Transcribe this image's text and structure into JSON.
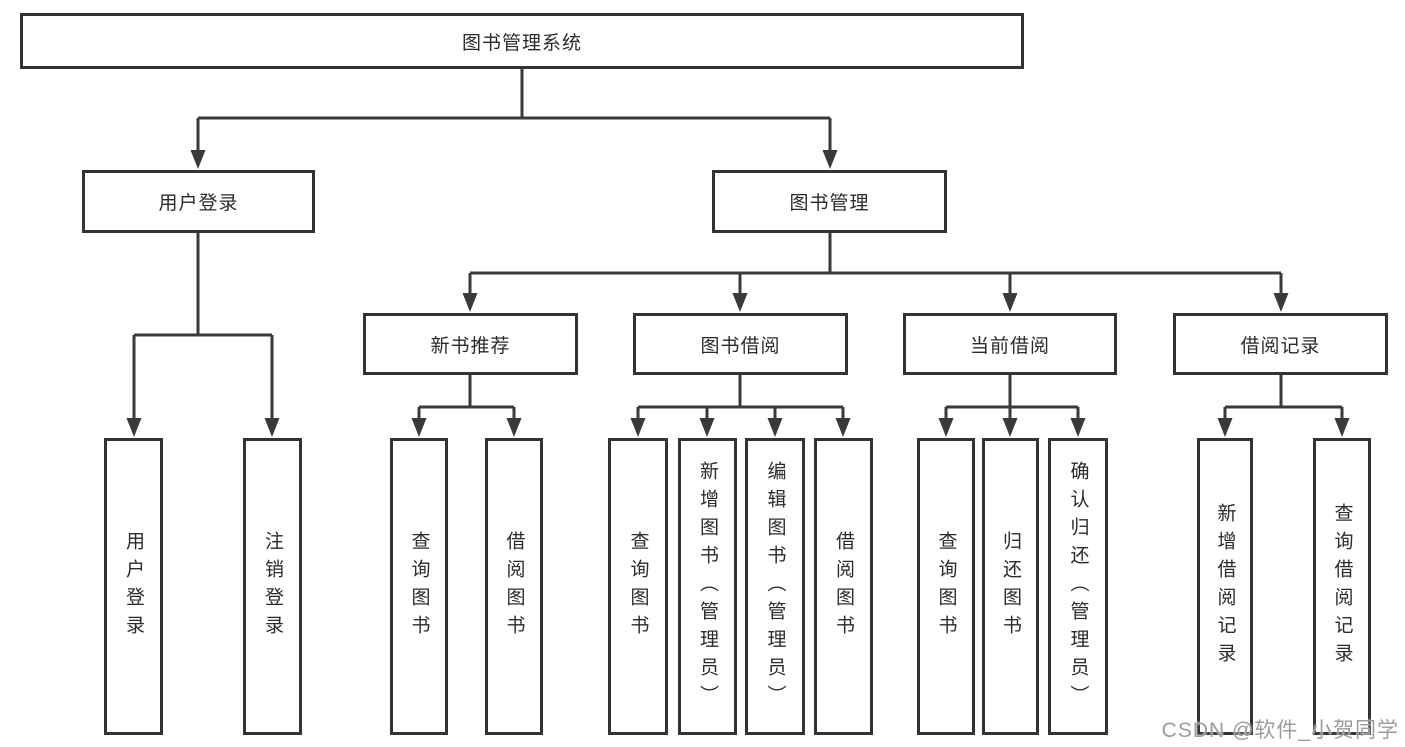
{
  "diagram": {
    "type": "hierarchy-tree",
    "colors": {
      "line": "#3a3a3a",
      "box_border": "#333333",
      "text": "#2b2b2b",
      "watermark": "#9c9c9c",
      "background": "#ffffff"
    },
    "tree": {
      "root": {
        "label": "图书管理系统",
        "children": [
          {
            "label": "用户登录",
            "children": [
              {
                "label": "用户登录"
              },
              {
                "label": "注销登录"
              }
            ]
          },
          {
            "label": "图书管理",
            "children": [
              {
                "label": "新书推荐",
                "children": [
                  {
                    "label": "查询图书"
                  },
                  {
                    "label": "借阅图书"
                  }
                ]
              },
              {
                "label": "图书借阅",
                "children": [
                  {
                    "label": "查询图书"
                  },
                  {
                    "label": "新增图书（管理员）"
                  },
                  {
                    "label": "编辑图书（管理员）"
                  },
                  {
                    "label": "借阅图书"
                  }
                ]
              },
              {
                "label": "当前借阅",
                "children": [
                  {
                    "label": "查询图书"
                  },
                  {
                    "label": "归还图书"
                  },
                  {
                    "label": "确认归还（管理员）"
                  }
                ]
              },
              {
                "label": "借阅记录",
                "children": [
                  {
                    "label": "新增借阅记录"
                  },
                  {
                    "label": "查询借阅记录"
                  }
                ]
              }
            ]
          }
        ]
      }
    },
    "watermark": {
      "text": "CSDN @软件_小贺同学"
    }
  }
}
